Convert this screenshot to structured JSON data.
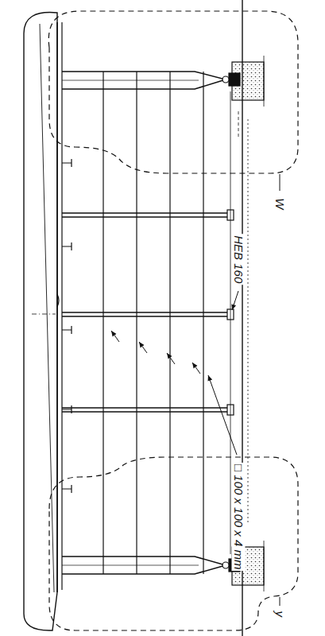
{
  "diagram": {
    "labels": [
      "HEB 160",
      "□ 100 x 100 x 4 mm",
      "W",
      "y"
    ]
  }
}
